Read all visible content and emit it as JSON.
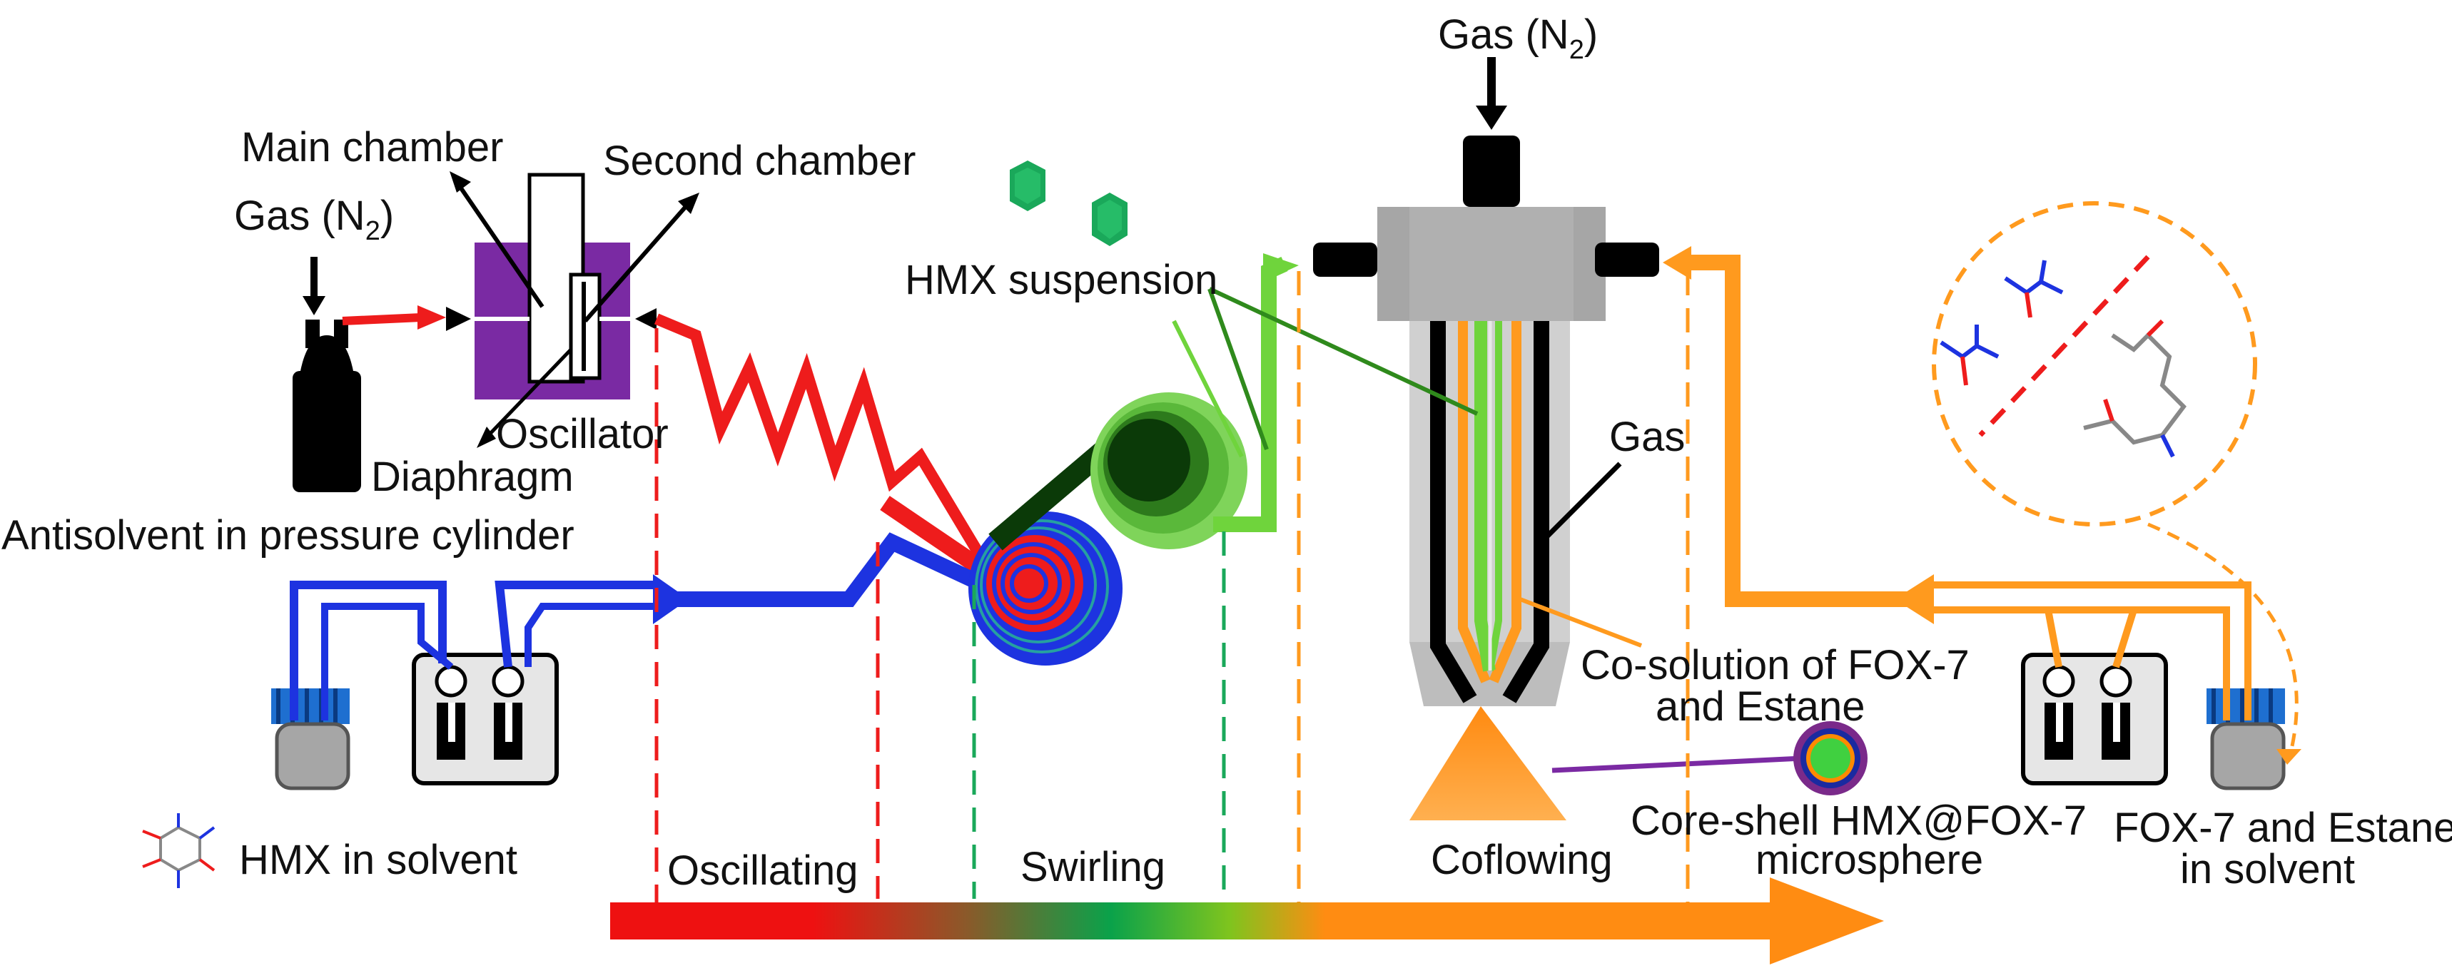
{
  "colors": {
    "red": "#ee1c1c",
    "blue": "#1d33e0",
    "green": "#6fd43c",
    "orange": "#ff9a1e",
    "purple": "#7b2aa3",
    "black": "#000000",
    "gray": "#a6a6a6"
  },
  "labels": {
    "main_chamber": "Main chamber",
    "second_chamber": "Second chamber",
    "gas_n2_left": "Gas (N",
    "gas_n2_top": "Gas (N",
    "n2_subscript": "2",
    "n2_close": ")",
    "oscillator": "Oscillator",
    "diaphragm": "Diaphragm",
    "antisolvent": "Antisolvent in pressure cylinder",
    "hmx_suspension": "HMX suspension",
    "gas": "Gas",
    "cosolution_line1": "Co-solution of FOX-7",
    "cosolution_line2": "and Estane",
    "coreshell_line1": "Core-shell HMX@FOX-7",
    "coreshell_line2": "microsphere",
    "fox7_line1": "FOX-7 and Estane",
    "fox7_line2": "in solvent",
    "hmx_in_solvent": "HMX in solvent",
    "oscillating": "Oscillating",
    "swirling": "Swirling",
    "coflowing": "Coflowing"
  },
  "icons": [
    "gas-cylinder-icon",
    "pump-icon",
    "solvent-bottle-icon",
    "molecule-icon",
    "hmx-crystal-icon",
    "microsphere-icon",
    "nozzle-icon"
  ]
}
